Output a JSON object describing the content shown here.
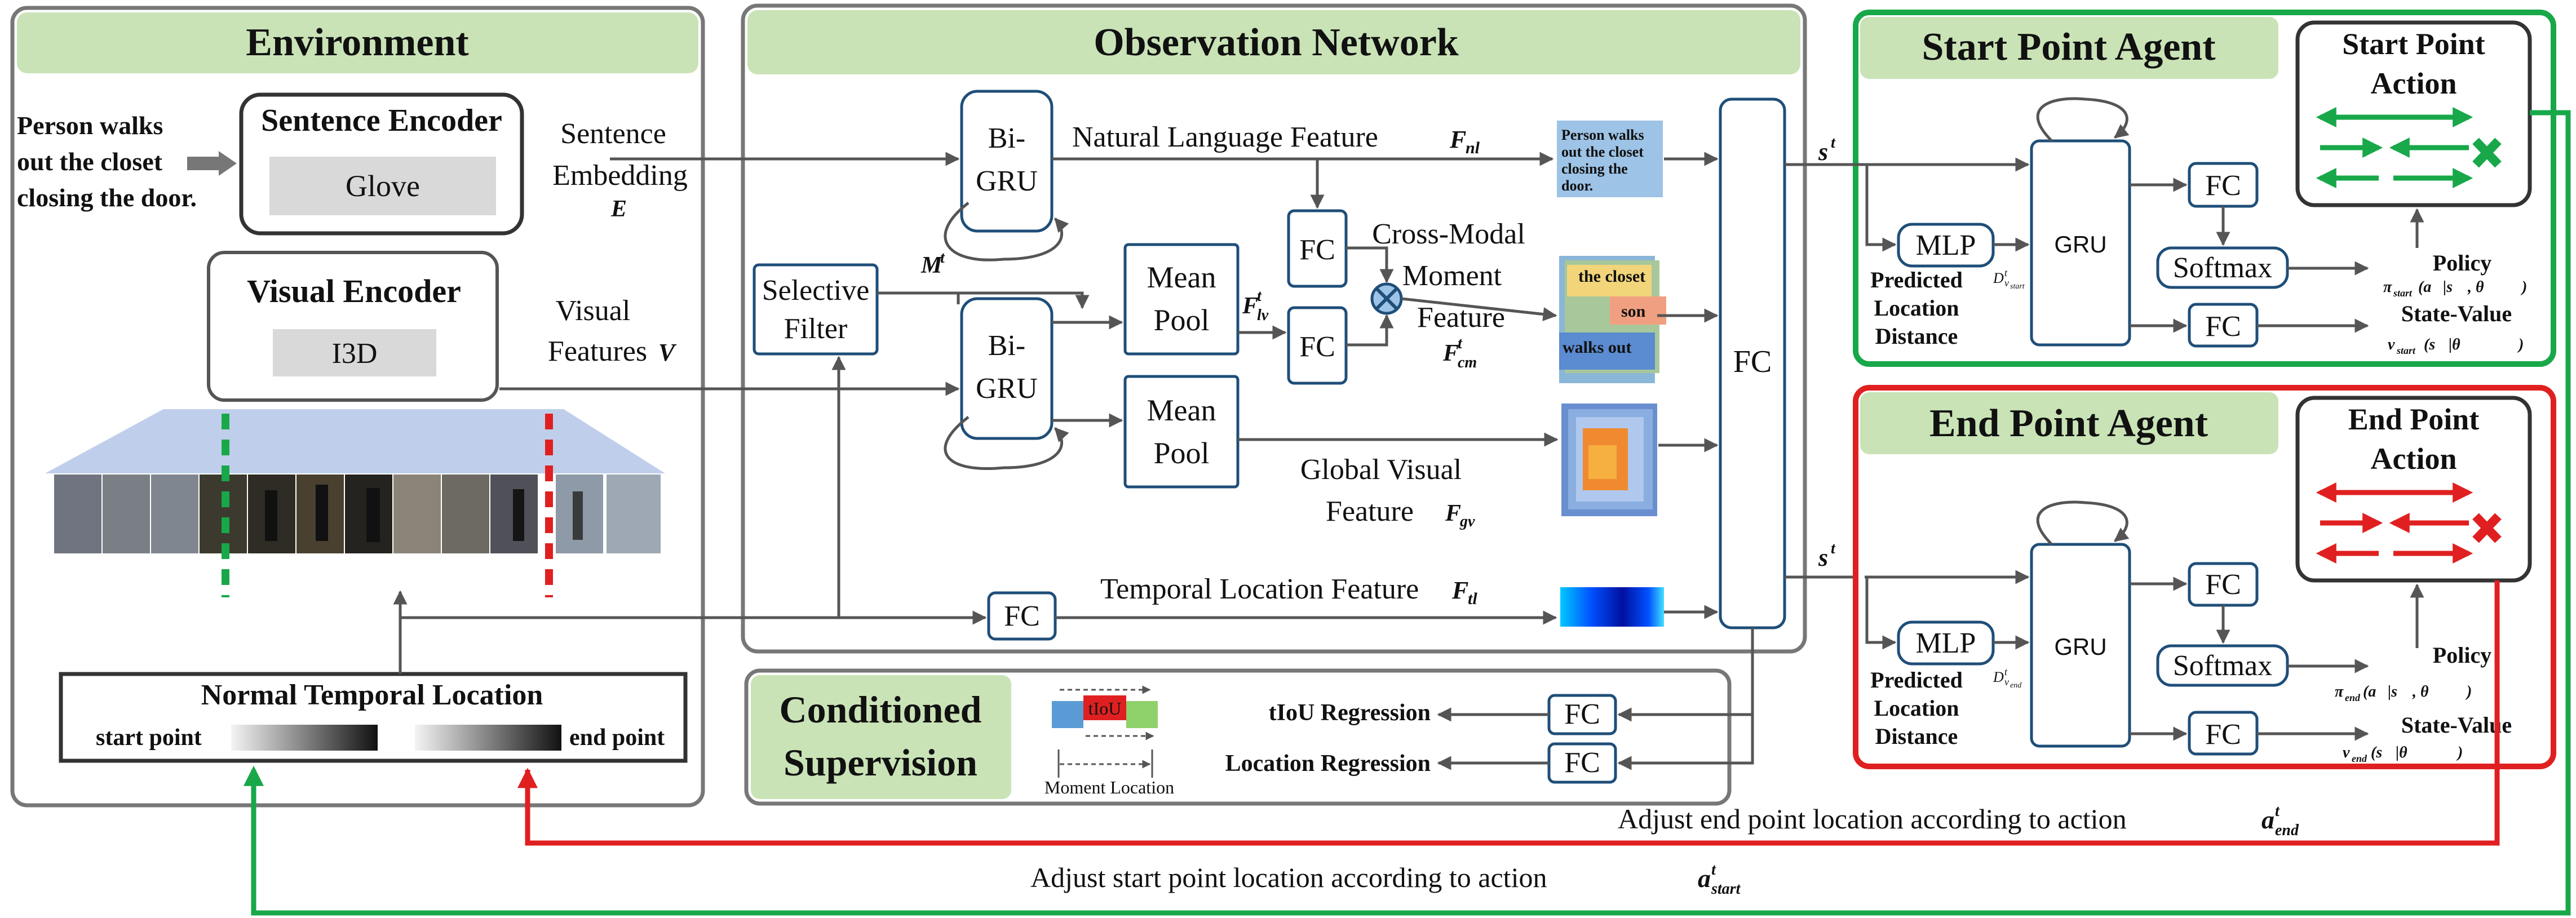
{
  "panels": {
    "environment": "Environment",
    "observation": "Observation Network",
    "start_agent": "Start Point Agent",
    "end_agent": "End Point Agent",
    "supervision_line1": "Conditioned",
    "supervision_line2": "Supervision"
  },
  "env": {
    "query": [
      "Person walks",
      "out the closet",
      "closing the door."
    ],
    "sentence_encoder": "Sentence Encoder",
    "glove": "Glove",
    "sentence_embedding": [
      "Sentence",
      "Embedding"
    ],
    "sentence_embedding_sym": "E",
    "visual_encoder": "Visual Encoder",
    "i3d": "I3D",
    "visual_features": "Visual",
    "visual_features2": "Features",
    "visual_features_sym": "V",
    "normal_location": "Normal Temporal Location",
    "start_point": "start point",
    "end_point": "end point"
  },
  "obs": {
    "bigru": [
      "Bi-",
      "GRU"
    ],
    "nl_feature": "Natural Language Feature",
    "nl_sym": "F",
    "nl_sub": "nl",
    "nl_thumb": [
      "Person walks",
      "out the closet",
      "closing the",
      "door."
    ],
    "mt": "M",
    "mt_sup": "t",
    "selective_filter": [
      "Selective",
      "Filter"
    ],
    "mean_pool": [
      "Mean",
      "Pool"
    ],
    "ftlv": "F",
    "ftlv_sup": "t",
    "ftlv_sub": "lv",
    "fc": "FC",
    "cross_modal": [
      "Cross-Modal",
      "Moment",
      "Feature"
    ],
    "fcm": "F",
    "fcm_sup": "t",
    "fcm_sub": "cm",
    "thumb_closet": "the closet",
    "thumb_son": "son",
    "thumb_walks": "walks out",
    "global_visual": [
      "Global Visual",
      "Feature"
    ],
    "fgv": "F",
    "fgv_sub": "gv",
    "temporal_feature": "Temporal Location Feature",
    "ftl": "F",
    "ftl_sub": "tl",
    "st": "s",
    "st_sup": "t"
  },
  "supervision": {
    "tiou": "tIoU",
    "moment_location": "Moment Location",
    "tiou_regression": "tIoU Regression",
    "location_regression": "Location Regression",
    "fc": "FC"
  },
  "start": {
    "mlp": "MLP",
    "gru": "GRU",
    "fc": "FC",
    "softmax": "Softmax",
    "predicted": [
      "Predicted",
      "Location",
      "Distance"
    ],
    "d_sym": "D",
    "d_sup": "t",
    "d_sub": "v",
    "d_subsub": "start",
    "action": [
      "Start Point",
      "Action"
    ],
    "policy": "Policy",
    "policy_formula": "π",
    "policy_sub": "start",
    "policy_args": "(a",
    "policy_args2": "|s",
    "policy_args3": ", θ",
    "policy_args4": ")",
    "state_value": "State-Value",
    "value_formula": "v",
    "value_sub": "start",
    "value_args": "(s",
    "value_args2": "|θ",
    "value_args3": ")"
  },
  "end": {
    "mlp": "MLP",
    "gru": "GRU",
    "fc": "FC",
    "softmax": "Softmax",
    "predicted": [
      "Predicted",
      "Location",
      "Distance"
    ],
    "d_sym": "D",
    "d_sup": "t",
    "d_sub": "v",
    "d_subsub": "end",
    "action": [
      "End Point",
      "Action"
    ],
    "policy": "Policy",
    "policy_formula": "π",
    "policy_sub": "end",
    "policy_args": "(a",
    "policy_args2": "|s",
    "policy_args3": ", θ",
    "policy_args4": ")",
    "state_value": "State-Value",
    "value_formula": "v",
    "value_sub": "end",
    "value_args": "(s",
    "value_args2": "|θ",
    "value_args3": ")"
  },
  "feedback": {
    "end": "Adjust end point location according to action ",
    "end_sym": "a",
    "end_sup": "t",
    "end_sub": "end",
    "start": "Adjust start point location according to action ",
    "start_sym": "a",
    "start_sup": "t",
    "start_sub": "start"
  },
  "colors": {
    "panel_header": "#c9e3b6",
    "box_border": "#1f4e79",
    "start_green": "#18a84a",
    "end_red": "#e02020",
    "thumb_blue": "#9dc3e6"
  }
}
